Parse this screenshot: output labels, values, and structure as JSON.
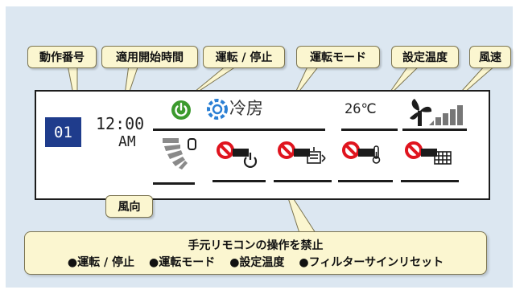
{
  "callouts": {
    "operation_number": "動作番号",
    "start_time": "適用開始時間",
    "run_stop": "運転 / 停止",
    "run_mode": "運転モード",
    "set_temp": "設定温度",
    "fan_speed": "風速",
    "wind_direction": "風向"
  },
  "display": {
    "number": "01",
    "time": "12:00",
    "ampm": "AM",
    "mode": "冷房",
    "temperature": "26℃"
  },
  "note": {
    "title": "手元リモコンの操作を禁止",
    "items": [
      "●運転 / 停止",
      "●運転モード",
      "●設定温度",
      "●フィルターサインリセット"
    ]
  },
  "icons": [
    "power-icon",
    "snowflake-icon",
    "fan-icon",
    "fan-speed-bars-icon",
    "louver-icon",
    "prohibit-power-icon",
    "prohibit-mode-icon",
    "prohibit-temperature-icon",
    "prohibit-filter-icon"
  ],
  "colors": {
    "panel_bg": "#dce7f1",
    "callout_bg": "#fbf6d0",
    "number_box": "#1f3c8c",
    "power_green": "#3c9a2e",
    "mode_blue": "#2a7fd4",
    "prohibit_red": "#e0141e"
  }
}
